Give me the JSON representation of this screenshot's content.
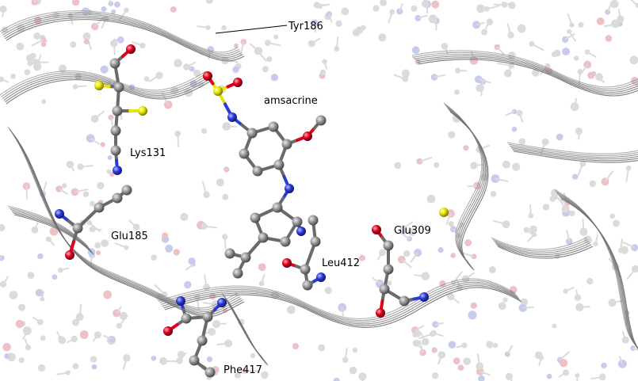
{
  "labels": {
    "tyr186": "Tyr186",
    "amsacrine": "amsacrine",
    "lys131": "Lys131",
    "glu185": "Glu185",
    "glu309": "Glu309",
    "leu412": "Leu412",
    "phe417": "Phe417"
  },
  "colors": {
    "background": "#ffffff",
    "ribbon": "#6e6e6e",
    "carbon": "#8c8c8c",
    "oxygen": "#e0001c",
    "nitrogen": "#2a3ad8",
    "sulfur": "#e6e600",
    "hydrogen": "#d8d8d8"
  }
}
